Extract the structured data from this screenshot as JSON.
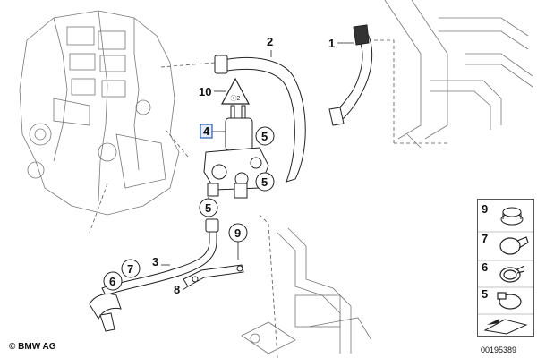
{
  "callouts": {
    "c1": "1",
    "c2": "2",
    "c3": "3",
    "c4": "4",
    "c5a": "5",
    "c5b": "5",
    "c5c": "5",
    "c6": "6",
    "c7": "7",
    "c8": "8",
    "c9": "9",
    "c10": "10"
  },
  "legend": {
    "items": [
      {
        "label": "9",
        "icon": "grommet-icon"
      },
      {
        "label": "7",
        "icon": "hose-clamp-icon"
      },
      {
        "label": "6",
        "icon": "spring-clamp-icon"
      },
      {
        "label": "5",
        "icon": "worm-clamp-icon"
      }
    ],
    "bottom_icon": "gasket-arrow-icon"
  },
  "footer": {
    "copyright": "© BMW AG",
    "diagram_id": "00195389"
  },
  "colors": {
    "line": "#333333",
    "highlight": "#2a5db0",
    "hose_fill": "#ffffff"
  }
}
